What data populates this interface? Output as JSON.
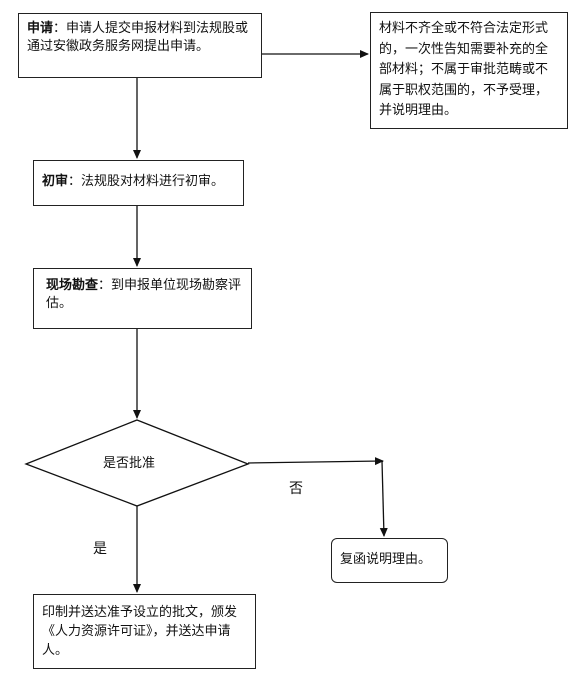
{
  "steps": {
    "apply": {
      "title": "申请",
      "text": "：申请人提交申报材料到法规股或通过安徽政务服务网提出申请。"
    },
    "reject_notice": {
      "text": "材料不齐全或不符合法定形式的，一次性告知需要补充的全部材料；不属于审批范畴或不属于职权范围的，不予受理，并说明理由。"
    },
    "initial_review": {
      "title": "初审",
      "text": "：法规股对材料进行初审。"
    },
    "site_inspection": {
      "title": "现场勘查",
      "text": "：到申报单位现场勘察评估。"
    },
    "decision": {
      "text": "是否批准"
    },
    "no_result": {
      "text": "复函说明理由。"
    },
    "yes_result": {
      "text": "印制并送达准予设立的批文，颁发《人力资源许可证》，并送达申请人。"
    }
  },
  "labels": {
    "no": "否",
    "yes": "是"
  }
}
